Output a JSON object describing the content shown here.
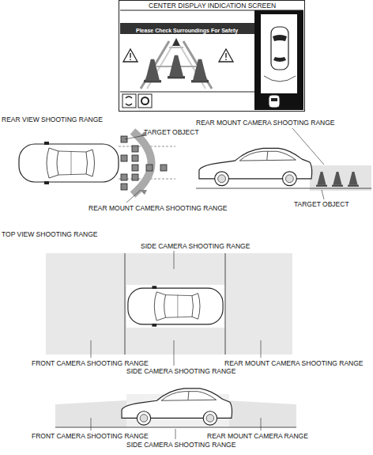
{
  "diagram": {
    "nodes": [
      {
        "text": [
          "CENTER DISPLAY INDICATION SCREEN",
          "Please Check Surroundings For Safety"
        ]
      }
    ],
    "labels": [
      "REAR VIEW SHOOTING RANGE",
      "TARGET OBJECT",
      "REAR MOUNT CAMERA SHOOTING RANGE",
      "REAR MOUNT CAMERA SHOOTING RANGE",
      "TARGET OBJECT",
      "TOP VIEW SHOOTING RANGE",
      "SIDE CAMERA SHOOTING RANGE",
      "FRONT CAMERA SHOOTING RANGE",
      "SIDE CAMERA SHOOTING RANGE",
      "REAR MOUNT CAMERA SHOOTING RANGE",
      "FRONT CAMERA SHOOTING RANGE",
      "SIDE CAMERA SHOOTING RANGE",
      "REAR MOUNT CAMERA RANGE"
    ]
  }
}
